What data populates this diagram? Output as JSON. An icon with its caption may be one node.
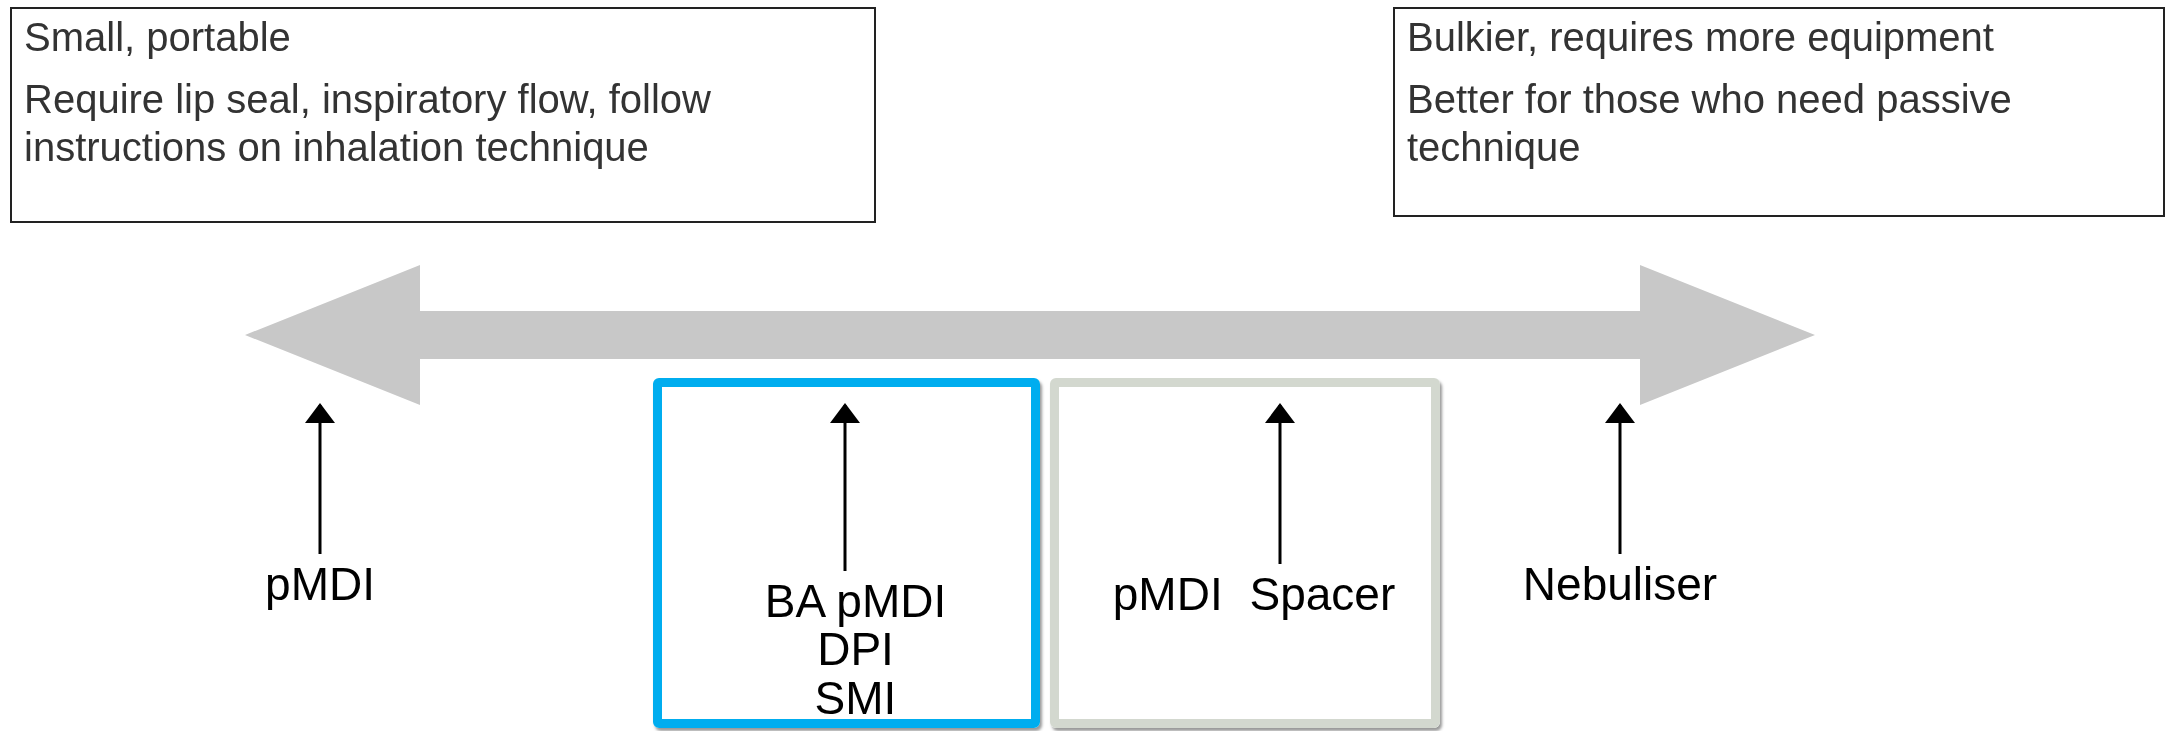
{
  "diagram": {
    "nodes": [
      {
        "text": [
          "Small, portable",
          "Require lip seal, inspiratory flow, follow instructions on inhalation technique"
        ]
      },
      {
        "text": [
          "Bulkier, requires more equipment",
          "Better for those who need passive technique"
        ]
      },
      {
        "text": [],
        "shape": "arrow"
      },
      {
        "text": [
          "pMDI"
        ]
      },
      {
        "text": [],
        "shape": "box"
      },
      {
        "text": [
          "BA pMDI",
          "DPI",
          "SMI"
        ],
        "in": 4
      },
      {
        "text": [],
        "shape": "box"
      },
      {
        "text": [
          "pMDI Spacer"
        ],
        "in": 6
      },
      {
        "text": [
          "Nebuliser"
        ]
      }
    ],
    "edges": [
      {
        "from": 3,
        "to": 2,
        "arrow": "to"
      },
      {
        "from": 5,
        "to": 2,
        "arrow": "to"
      },
      {
        "from": 7,
        "to": 2,
        "arrow": "to"
      },
      {
        "from": 8,
        "to": 2,
        "arrow": "to"
      }
    ]
  }
}
